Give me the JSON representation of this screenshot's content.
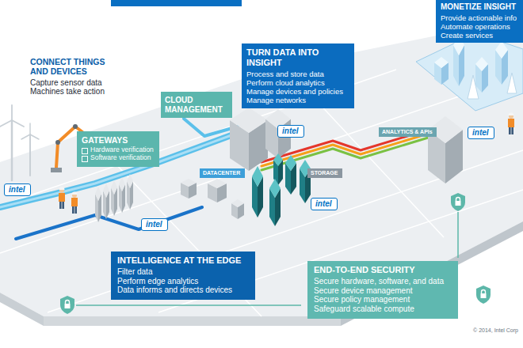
{
  "diagram": {
    "nodes": [
      {
        "text": [
          "MONETIZE INSIGHT",
          "Provide actionable info",
          "Automate operations",
          "Create services"
        ]
      },
      {
        "text": [
          "TURN DATA INTO INSIGHT",
          "Process and store data",
          "Perform cloud analytics",
          "Manage devices and policies",
          "Manage networks"
        ]
      },
      {
        "text": [
          "CONNECT THINGS AND DEVICES",
          "Capture sensor data",
          "Machines take action"
        ]
      },
      {
        "text": [
          "CLOUD MANAGEMENT"
        ]
      },
      {
        "text": [
          "intel"
        ]
      },
      {
        "text": [
          "ANALYTICS & APIs"
        ]
      },
      {
        "text": [
          "intel"
        ]
      },
      {
        "text": [
          "GATEWAYS",
          "Hardware verification",
          "Software verification"
        ]
      },
      {
        "text": [
          "DATACENTER"
        ]
      },
      {
        "text": [
          "STORAGE"
        ]
      },
      {
        "text": [
          "intel"
        ]
      },
      {
        "text": [
          "intel"
        ]
      },
      {
        "text": [
          "intel"
        ]
      },
      {
        "text": [
          "INTELLIGENCE AT THE EDGE",
          "Filter data",
          "Perform edge analytics",
          "Data informs and directs devices"
        ]
      },
      {
        "text": [
          "END-TO-END SECURITY",
          "Secure hardware, software, and data",
          "Secure device management",
          "Secure policy management",
          "Safeguard scalable compute"
        ]
      }
    ],
    "labels": [
      "© 2014, Intel Corp"
    ]
  }
}
